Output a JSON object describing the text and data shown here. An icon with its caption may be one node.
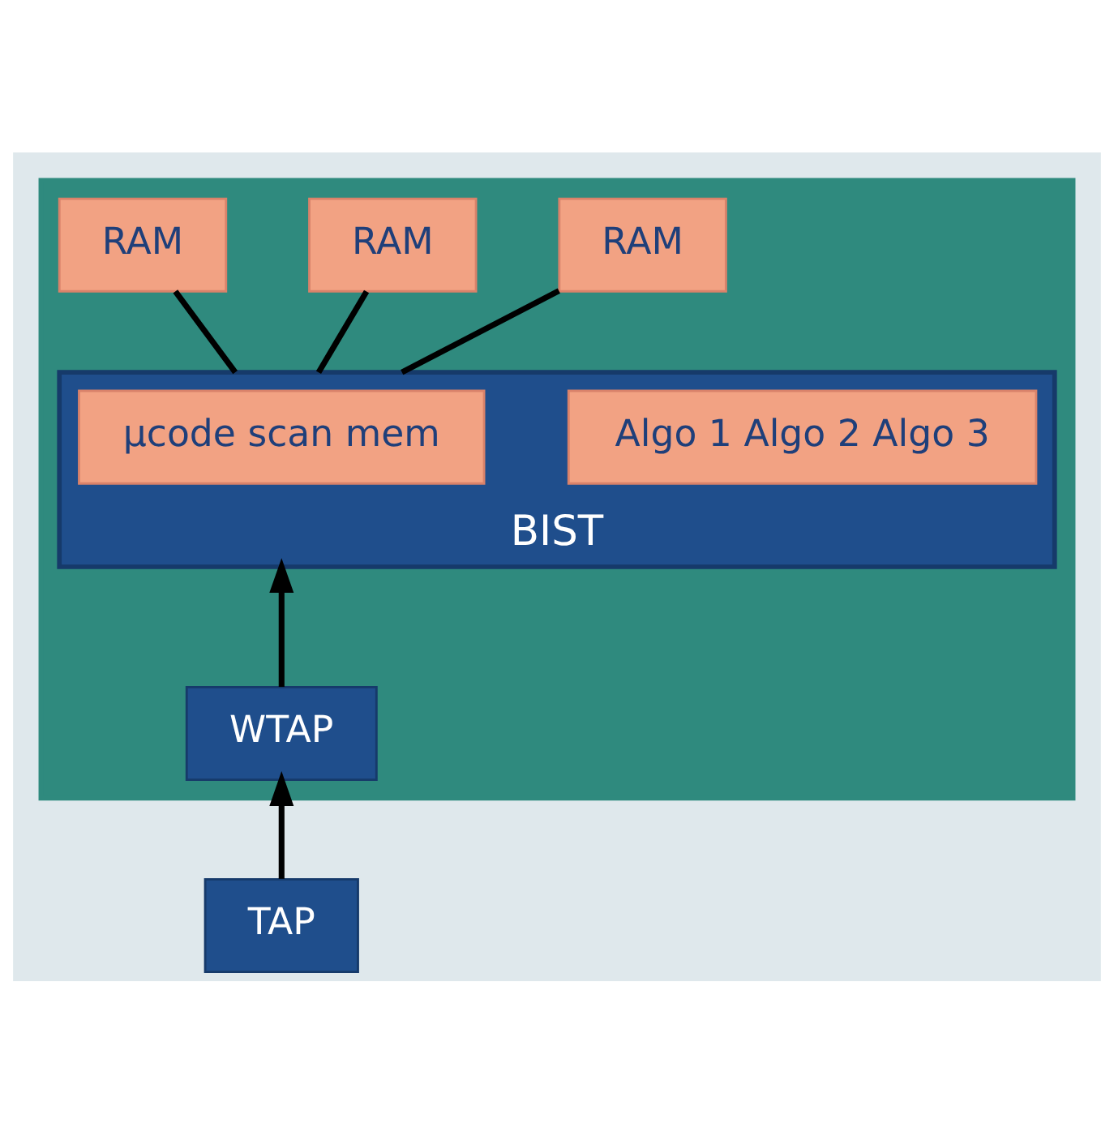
{
  "diagram": {
    "nodes": [
      {
        "text": [],
        "shape": "box"
      },
      {
        "text": [
          "RAM"
        ],
        "in": 0
      },
      {
        "text": [
          "RAM"
        ],
        "in": 0
      },
      {
        "text": [
          "RAM"
        ],
        "in": 0
      },
      {
        "text": [
          "BIST"
        ],
        "in": 0
      },
      {
        "text": [
          "Algo 1 Algo 2 Algo 3"
        ],
        "in": 4
      },
      {
        "text": [
          "µcode scan mem"
        ],
        "in": 4
      },
      {
        "text": [
          "WTAP"
        ],
        "in": 0
      },
      {
        "text": [
          "TAP"
        ]
      }
    ],
    "edges": [
      {
        "from": 4,
        "to": 1,
        "arrow": "none"
      },
      {
        "from": 4,
        "to": 2,
        "arrow": "none"
      },
      {
        "from": 4,
        "to": 3,
        "arrow": "none"
      },
      {
        "from": 7,
        "to": 4,
        "arrow": "to"
      },
      {
        "from": 8,
        "to": 7,
        "arrow": "to"
      }
    ]
  }
}
